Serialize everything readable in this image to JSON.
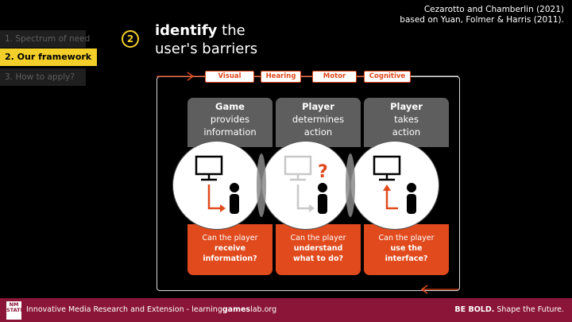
{
  "nav": {
    "items": [
      {
        "label": "1. Spectrum of need"
      },
      {
        "label": "2. Our framework"
      },
      {
        "label": "3. How to apply?"
      }
    ]
  },
  "step": {
    "number": "2"
  },
  "heading": {
    "bold": "identify",
    "rest_line1": " the",
    "line2": "user's barriers"
  },
  "citation": {
    "line1": "Cezarotto and Chamberlin (2021)",
    "line2": "based on Yuan, Folmer & Harris (2011)."
  },
  "tags": [
    "Visual",
    "Hearing",
    "Motor",
    "Cognitive"
  ],
  "cards": [
    {
      "title": "Game",
      "line2": "provides",
      "line3": "information",
      "question_pre": "Can the player",
      "question_b1": "receive",
      "question_b2": "information?",
      "icon": "monitor-receive"
    },
    {
      "title": "Player",
      "line2": "determines",
      "line3": "action",
      "question_pre": "Can the player",
      "question_b1": "understand",
      "question_b2": "what to do?",
      "icon": "monitor-question"
    },
    {
      "title": "Player",
      "line2": "takes",
      "line3": "action",
      "question_pre": "Can the player",
      "question_b1": "use the",
      "question_b2": "interface?",
      "icon": "monitor-action"
    }
  ],
  "footer": {
    "logo": "NM STATE",
    "text_pre": "Innovative Media Research and Extension - learning",
    "text_bold": "games",
    "text_post": "lab.org",
    "tag_bold": "BE BOLD.",
    "tag_rest": " Shape the Future."
  },
  "colors": {
    "accent": "#e04a1d",
    "highlight": "#f3cf2a",
    "brand": "#8a1538",
    "card_gray": "#5e5e5e"
  }
}
